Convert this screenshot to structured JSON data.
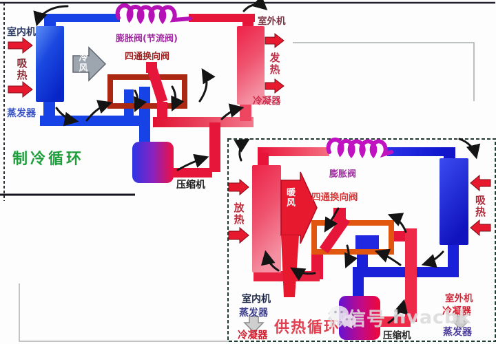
{
  "cooling": {
    "title": "制冷循环",
    "indoor_unit": "室内机",
    "absorb_heat": "吸热",
    "evaporator": "蒸发器",
    "cold_air": "冷风",
    "expansion_valve": "膨胀阀(节流阀)",
    "four_way_valve": "四通换向阀",
    "outdoor_unit": "室外机",
    "release_heat": "发热",
    "condenser": "冷凝器",
    "compressor": "压缩机"
  },
  "heating": {
    "title": "供热循环",
    "release_heat": "放热",
    "warm_air": "暖风",
    "expansion_valve": "膨胀阀",
    "four_way_valve": "四通换向阀",
    "absorb_heat": "吸热",
    "indoor_unit": "室内机",
    "indoor_before": "蒸发器",
    "indoor_after": "冷凝器",
    "outdoor_unit": "室外机",
    "outdoor_before": "冷凝器",
    "outdoor_after": "蒸发器",
    "compressor": "压缩机"
  },
  "watermark": {
    "wechat_label": "微信号",
    "wechat_id": "hvacbk",
    "icon": "wechat-icon"
  },
  "colors": {
    "cooling_title": "#1f9e3c",
    "heating_title": "#e04050",
    "pipe_hot": "#e6163a",
    "pipe_cold": "#1743e6",
    "expansion_coil": "#b611b6",
    "valve_cooling_outline": "#ab2812",
    "valve_heating_outline": "#e2570f",
    "heat_arrow": "#e6192e",
    "cold_air_arrow": "#9da5af"
  }
}
